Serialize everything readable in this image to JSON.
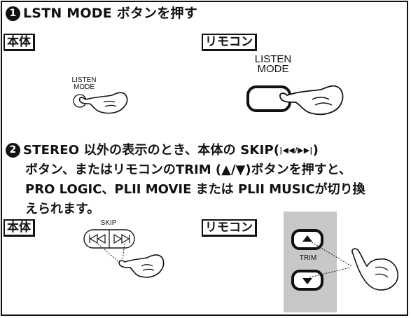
{
  "step1": {
    "number": "1",
    "text": "LSTN MODE ボタンを押す"
  },
  "step2": {
    "number": "2",
    "lines": [
      "STEREO 以外の表示のとき、本体の SKIP(",
      ")",
      "ボタン、またはリモコンのTRIM (▲/▼)ボタンを押すと、",
      "PRO LOGIC、PLII MOVIE または PLII MUSICが切り換",
      "えられます。"
    ],
    "skip_symbols": "|◀◀/▶▶|"
  },
  "tags": {
    "main_unit": "本体",
    "remote": "リモコン"
  },
  "labels": {
    "listen_small_1": "LISTEN",
    "listen_small_2": "MODE",
    "listen_big_1": "LISTEN",
    "listen_big_2": "MODE",
    "skip": "SKIP",
    "trim": "TRIM"
  },
  "colors": {
    "panel": "#c8c8c8",
    "ink": "#111111"
  },
  "icons": [
    "hand-pointer-icon",
    "skip-back-icon",
    "skip-forward-icon",
    "trim-up-icon",
    "trim-down-icon"
  ]
}
